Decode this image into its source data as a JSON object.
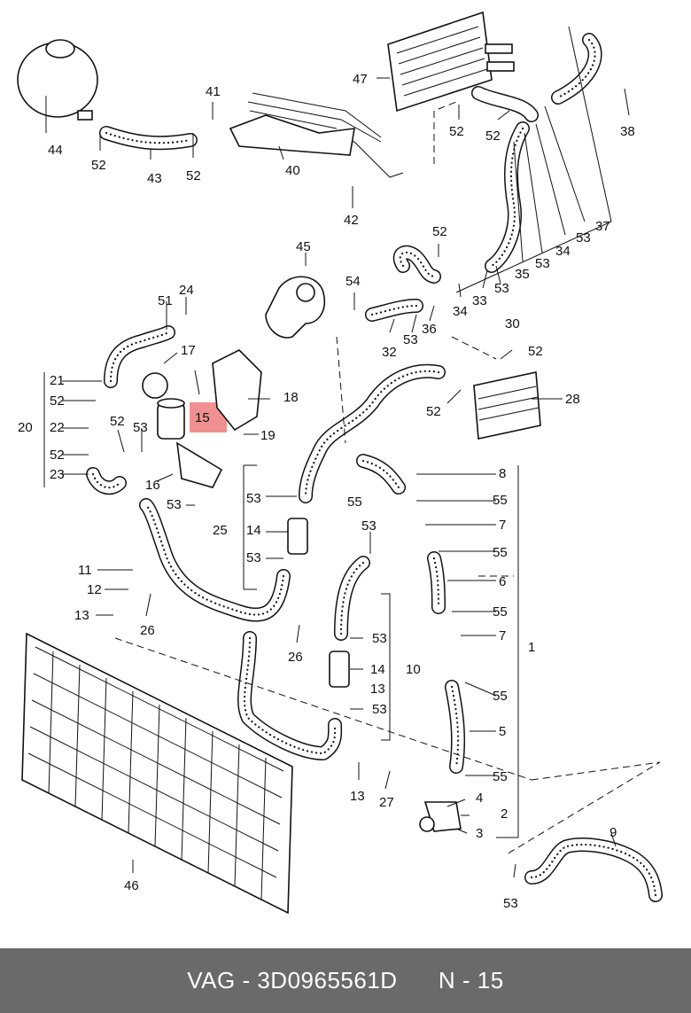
{
  "footer": {
    "brand": "VAG",
    "separator1": " - ",
    "part_number": "3D0965561D",
    "gap": "      ",
    "position_label": "N - 15"
  },
  "callouts": {
    "n1": "1",
    "n2": "2",
    "n3": "3",
    "n4": "4",
    "n5": "5",
    "n6": "6",
    "n7": "7",
    "n8": "8",
    "n9": "9",
    "n10": "10",
    "n11": "11",
    "n12": "12",
    "n13": "13",
    "n14": "14",
    "n15": "15",
    "n16": "16",
    "n17": "17",
    "n18": "18",
    "n19": "19",
    "n20": "20",
    "n21": "21",
    "n22": "22",
    "n23": "23",
    "n24": "24",
    "n25": "25",
    "n26": "26",
    "n27": "27",
    "n28": "28",
    "n30": "30",
    "n32": "32",
    "n33": "33",
    "n34": "34",
    "n35": "35",
    "n36": "36",
    "n37": "37",
    "n38": "38",
    "n40": "40",
    "n41": "41",
    "n42": "42",
    "n43": "43",
    "n44": "44",
    "n45": "45",
    "n46": "46",
    "n47": "47",
    "n51": "51",
    "n52": "52",
    "n53": "53",
    "n54": "54",
    "n55": "55"
  },
  "highlight_color": "#ef7d7d",
  "footer_color": "#6a6a6a"
}
